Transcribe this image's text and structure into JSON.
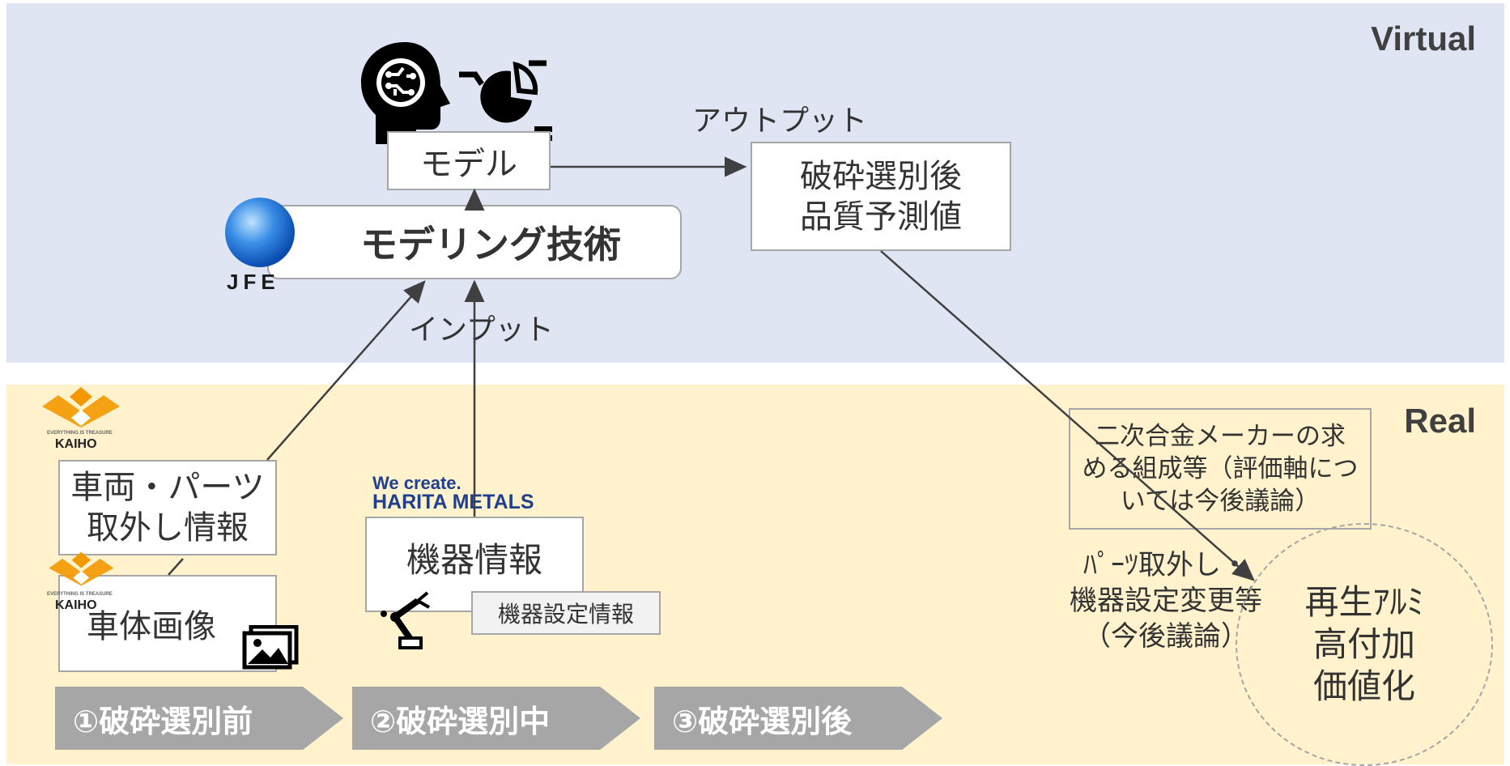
{
  "zones": {
    "virtual": "Virtual",
    "real": "Real"
  },
  "model_box": "モデル",
  "modeling_tech": "モデリング技術",
  "output_label": "アウトプット",
  "input_label": "インプット",
  "prediction_box": [
    "破砕選別後",
    "品質予測値"
  ],
  "vehicle_box": [
    "車両・パーツ",
    "取外し情報"
  ],
  "body_image_box": "車体画像",
  "machine_box": "機器情報",
  "machine_setting_box": "機器設定情報",
  "requirements_box": [
    "二次合金メーカーの求",
    "める組成等（評価軸につ",
    "いては今後議論）"
  ],
  "feedback_text": [
    "ﾊﾟｰﾂ取外し・",
    "機器設定変更等",
    "（今後議論）"
  ],
  "goal_circle": [
    "再生ｱﾙﾐ",
    "高付加",
    "価値化"
  ],
  "steps": [
    "①破砕選別前",
    "②破砕選別中",
    "③破砕選別後"
  ],
  "logos": {
    "jfe": "JFE",
    "kaiho": "KAIHO",
    "kaiho_tagline": "EVERYTHING IS TREASURE",
    "harita_line1": "We create.",
    "harita_line2": "HARITA METALS"
  },
  "colors": {
    "virtual_bg": "#dfe5f2",
    "real_bg": "#fff2cc",
    "step_bg": "#a6a6a6",
    "kaiho_orange": "#f39800",
    "harita_blue": "#1f3f8f",
    "jfe_blue": "#1a6fd1"
  }
}
